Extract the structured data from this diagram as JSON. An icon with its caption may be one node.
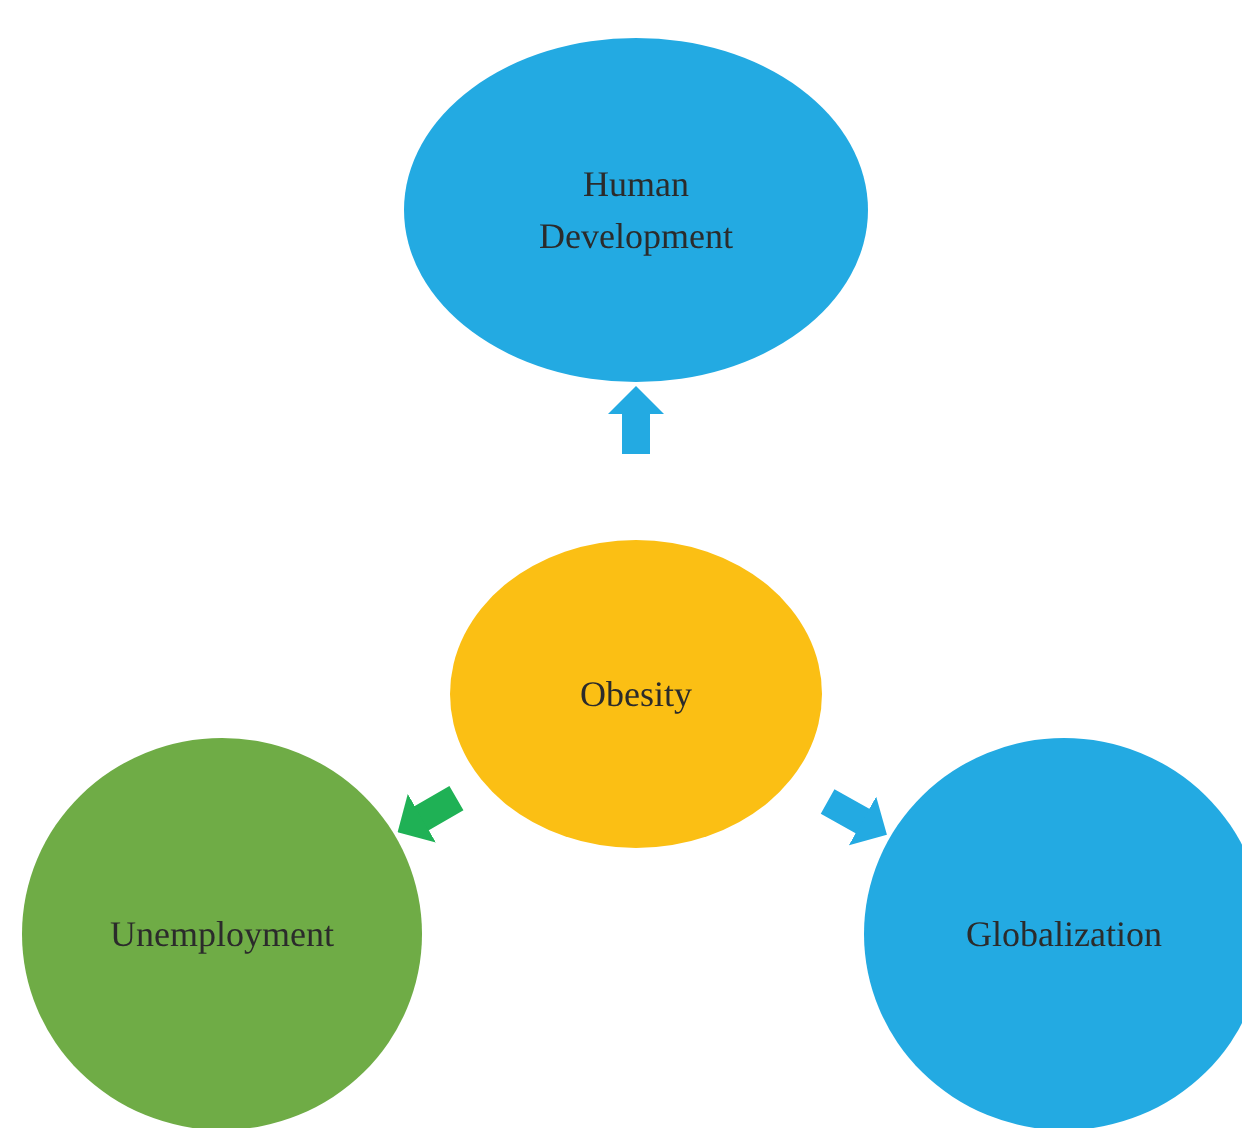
{
  "diagram": {
    "nodes": [
      {
        "text": [
          "Human Development"
        ]
      },
      {
        "text": [
          "Obesity"
        ]
      },
      {
        "text": [
          "Unemployment"
        ]
      },
      {
        "text": [
          "Globalization"
        ]
      }
    ],
    "edges": [
      {
        "from": 1,
        "to": 0,
        "arrow": "to"
      },
      {
        "from": 1,
        "to": 2,
        "arrow": "to",
        "color": "#1fb155"
      },
      {
        "from": 1,
        "to": 3,
        "arrow": "to"
      }
    ]
  }
}
